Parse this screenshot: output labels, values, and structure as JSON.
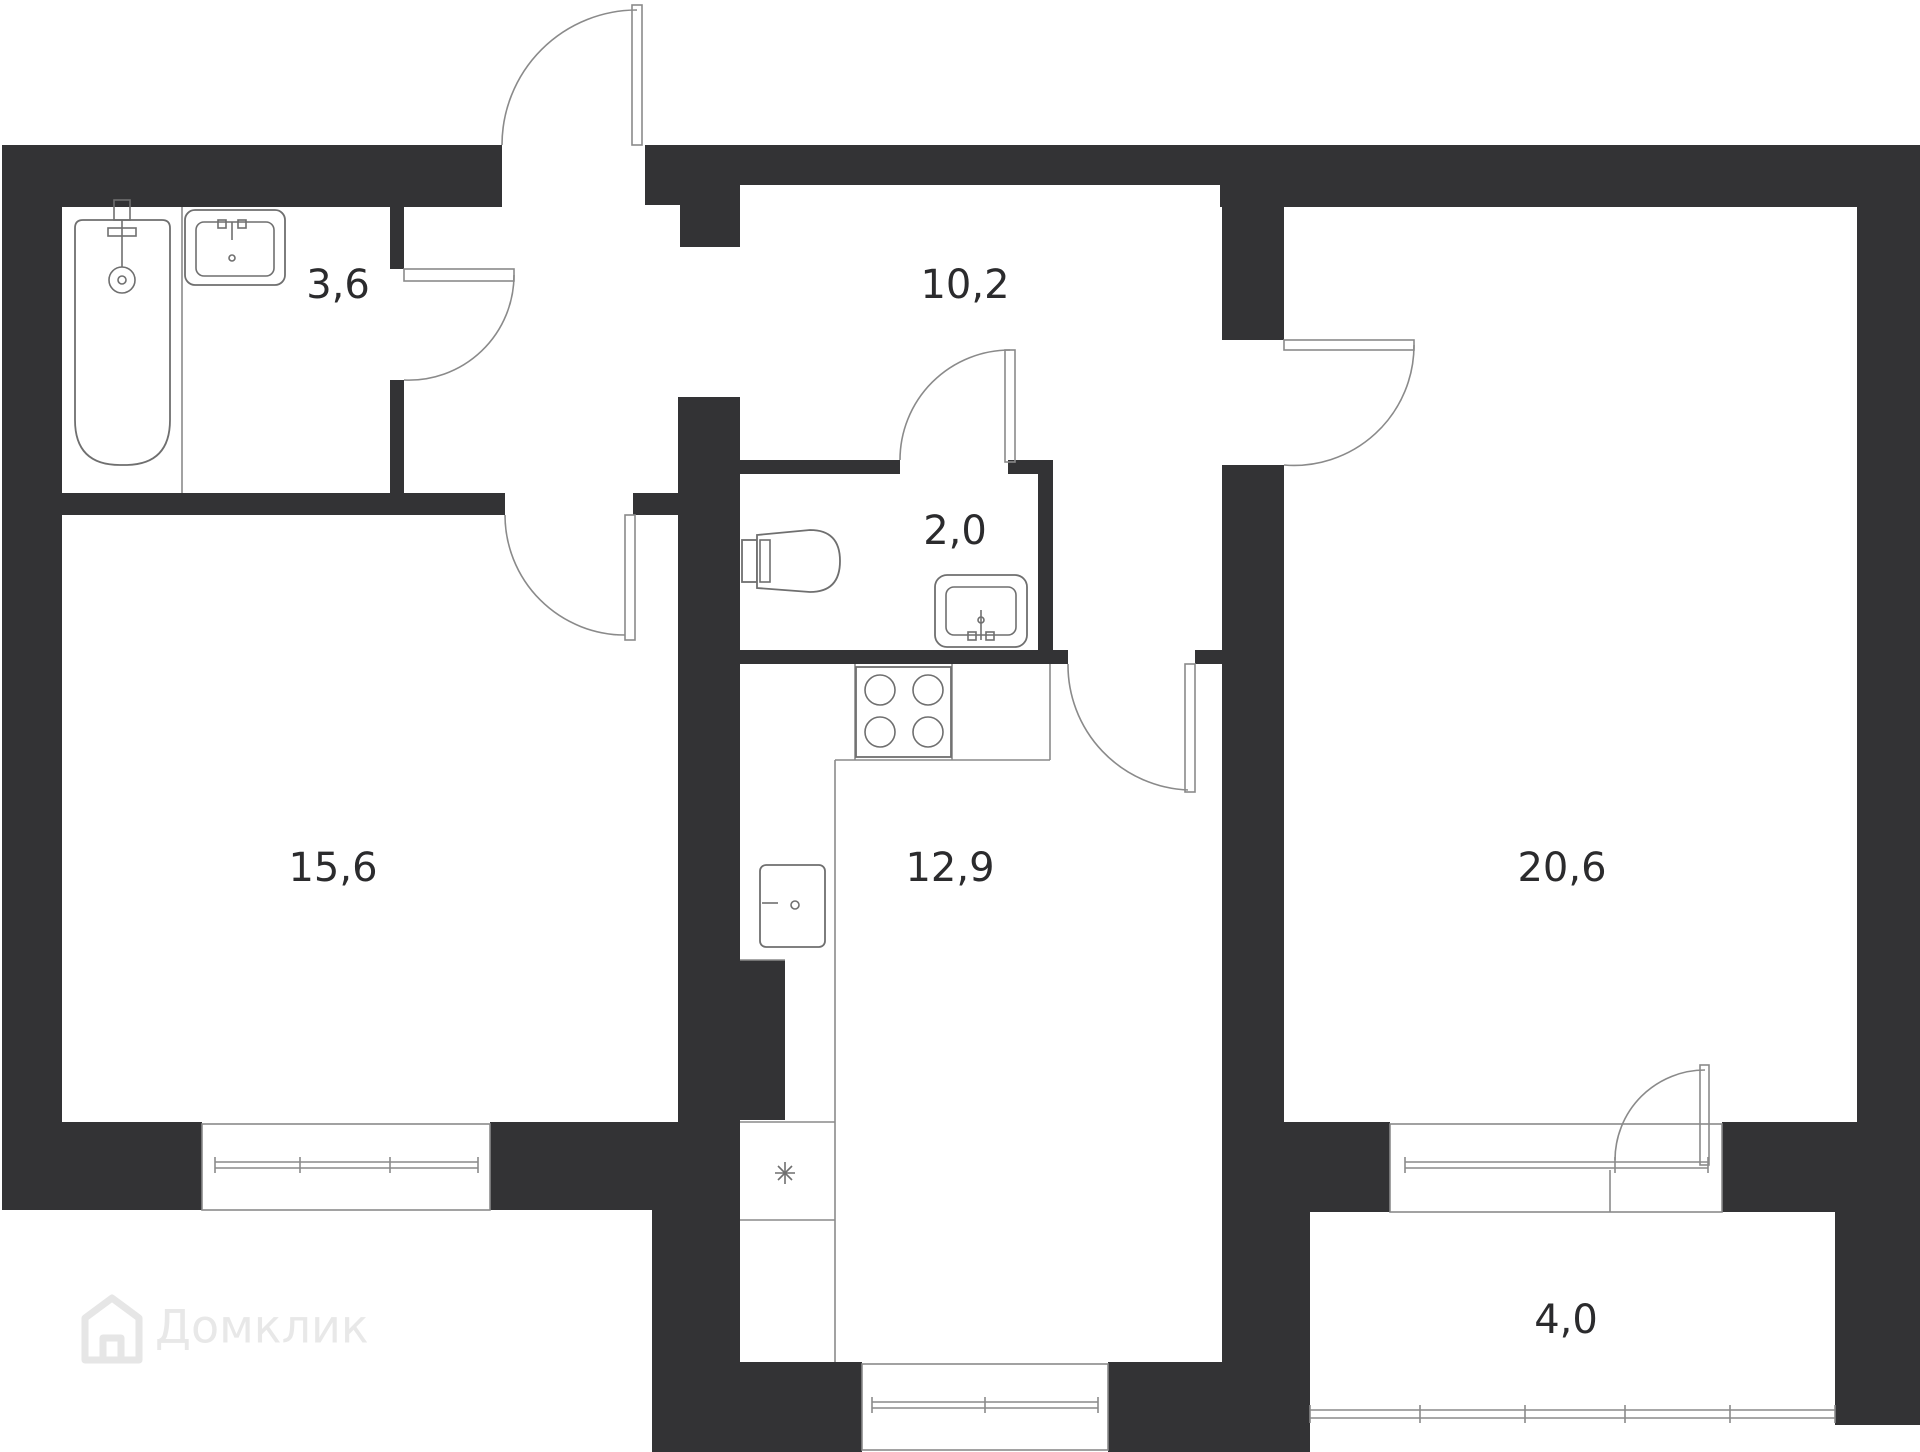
{
  "rooms": [
    {
      "id": "bathroom",
      "area": "3,6"
    },
    {
      "id": "hallway",
      "area": "10,2"
    },
    {
      "id": "toilet",
      "area": "2,0"
    },
    {
      "id": "bedroom",
      "area": "15,6"
    },
    {
      "id": "kitchen",
      "area": "12,9"
    },
    {
      "id": "living",
      "area": "20,6"
    },
    {
      "id": "balcony",
      "area": "4,0"
    }
  ],
  "watermark": {
    "text": "Домклик",
    "icon": "house-logo-icon"
  }
}
